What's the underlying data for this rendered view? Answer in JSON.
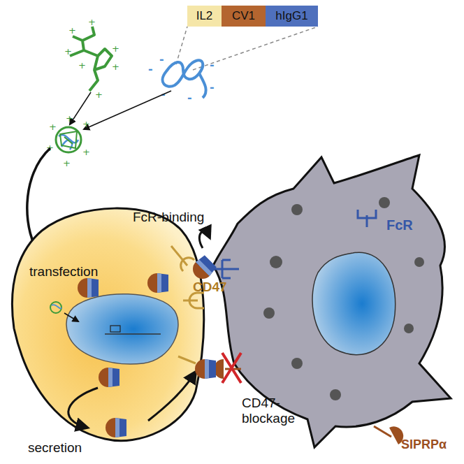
{
  "diagram": {
    "nodes": [
      {
        "text": [
          "IL2"
        ]
      },
      {
        "text": [
          "CV1"
        ]
      },
      {
        "text": [
          "hIgG1"
        ]
      }
    ],
    "labels": [
      "FcR",
      "FcR-binding",
      "transfection",
      "CD47",
      "CD47-blockage",
      "secretion",
      "SIPRPα"
    ]
  }
}
